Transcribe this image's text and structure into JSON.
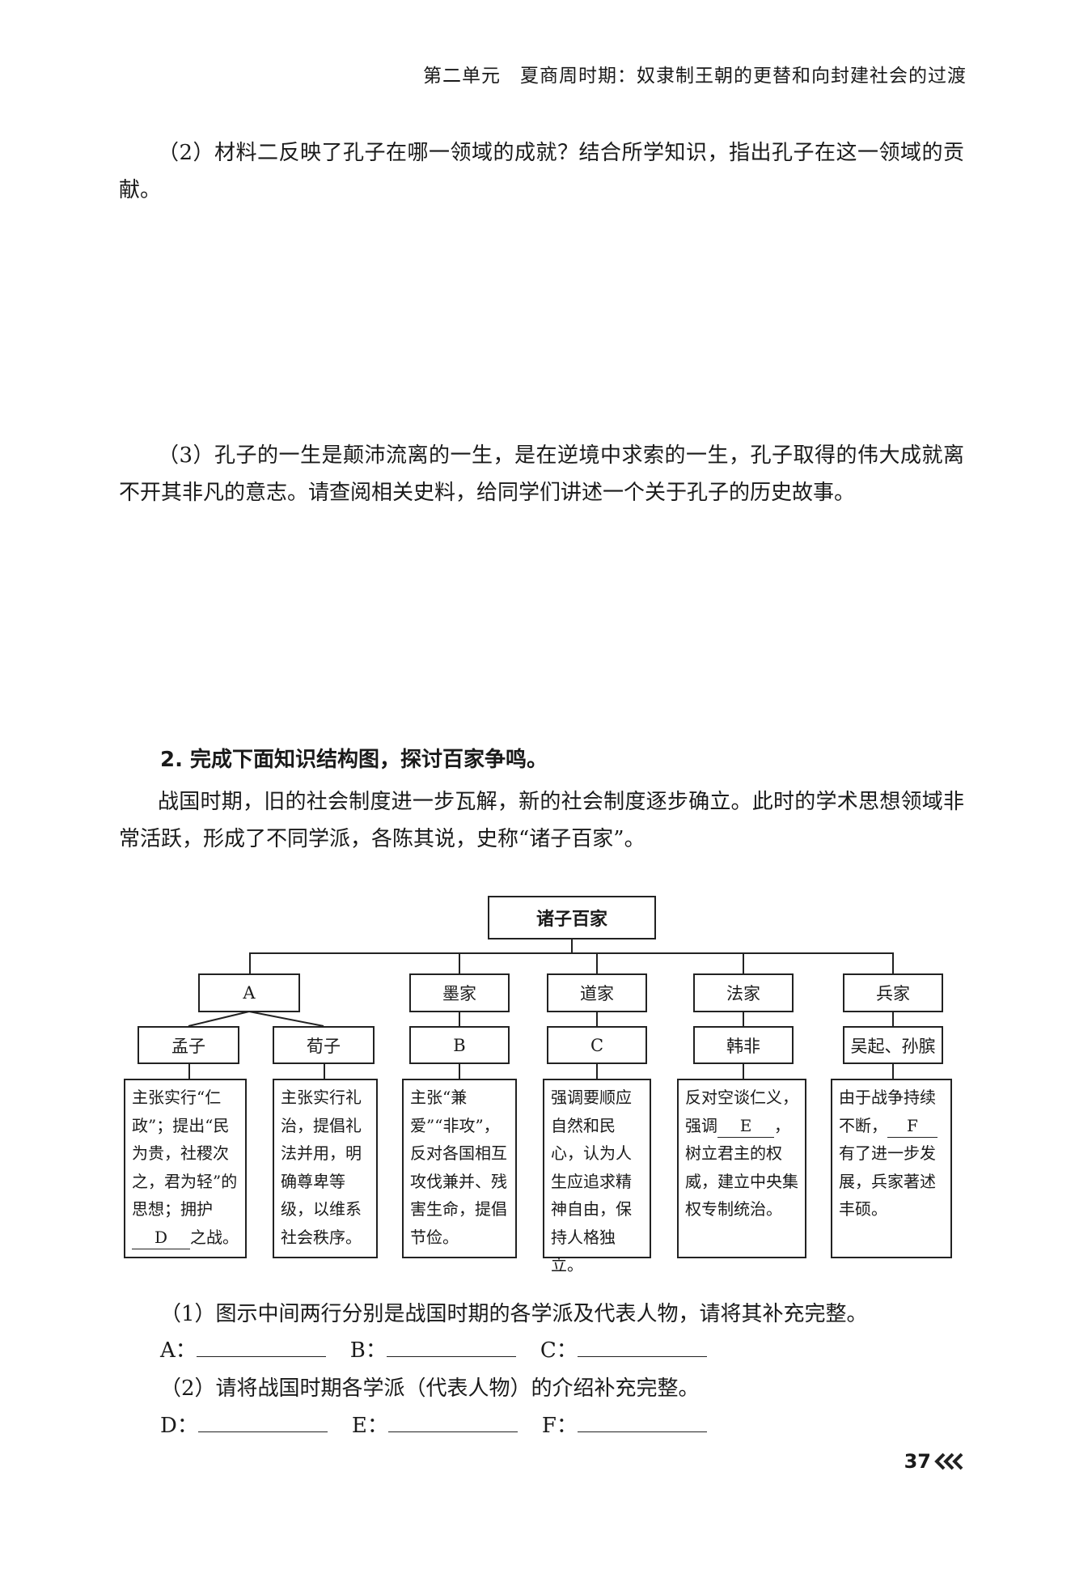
{
  "header": {
    "text": "第二单元　夏商周时期：奴隶制王朝的更替和向封建社会的过渡"
  },
  "q1_2": {
    "text": "（2）材料二反映了孔子在哪一领域的成就？结合所学知识，指出孔子在这一领域的贡献。"
  },
  "q1_3": {
    "text": "（3）孔子的一生是颠沛流离的一生，是在逆境中求索的一生，孔子取得的伟大成就离不开其非凡的意志。请查阅相关史料，给同学们讲述一个关于孔子的历史故事。"
  },
  "section2": {
    "title": "2. 完成下面知识结构图，探讨百家争鸣。",
    "intro": "战国时期，旧的社会制度进一步瓦解，新的社会制度逐步确立。此时的学术思想领域非常活跃，形成了不同学派，各陈其说，史称“诸子百家”。"
  },
  "diagram": {
    "root": "诸子百家",
    "schools": {
      "a": "A",
      "mo": "墨家",
      "dao": "道家",
      "fa": "法家",
      "bing": "兵家"
    },
    "people": {
      "mengzi": "孟子",
      "xunzi": "荀子",
      "b": "B",
      "c": "C",
      "hanfei": "韩非",
      "wuqi": "吴起、孙膑"
    },
    "desc": {
      "mengzi_pre": "主张实行“仁政”；提出“民为贵，社稷次之，君为轻”的思想；拥护",
      "mengzi_blank": "D",
      "mengzi_post": "之战。",
      "xunzi": "主张实行礼治，提倡礼法并用，明确尊卑等级，以维系社会秩序。",
      "mo": "主张“兼爱”“非攻”，反对各国相互攻伐兼并、残害生命，提倡节俭。",
      "dao": "强调要顺应自然和民心，认为人生应追求精神自由，保持人格独立。",
      "fa_pre": "反对空谈仁义，强调",
      "fa_blank": "E",
      "fa_post": "，树立君主的权威，建立中央集权专制统治。",
      "bing_pre": "由于战争持续不断，",
      "bing_blank": "F",
      "bing_post": "有了进一步发展，兵家著述丰硕。"
    }
  },
  "questions": {
    "q1": "（1）图示中间两行分别是战国时期的各学派及代表人物，请将其补充完整。",
    "a_label": "A：",
    "b_label": "B：",
    "c_label": "C：",
    "q2": "（2）请将战国时期各学派（代表人物）的介绍补充完整。",
    "d_label": "D：",
    "e_label": "E：",
    "f_label": "F："
  },
  "page": {
    "number": "37",
    "icon": "triple-chevron-left-icon"
  }
}
